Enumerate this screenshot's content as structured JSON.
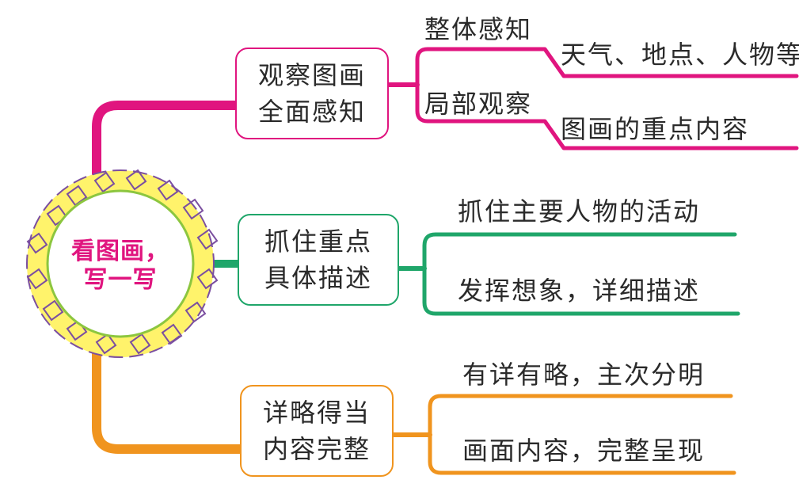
{
  "center": {
    "line1": "看图画，",
    "line2": "写一写"
  },
  "colors": {
    "pink": "#e0157f",
    "green": "#1fa66a",
    "orange": "#f0941e",
    "flower_fill": "#fff36b",
    "flower_ring": "#8cc63f",
    "flower_outline": "#7b4fa0"
  },
  "branches": [
    {
      "id": "observe",
      "color": "pink",
      "node": [
        "观察图画",
        "全面感知"
      ],
      "leaves": [
        {
          "label": "整体感知",
          "detail": "天气、地点、人物等"
        },
        {
          "label": "局部观察",
          "detail": "图画的重点内容"
        }
      ]
    },
    {
      "id": "focus",
      "color": "green",
      "node": [
        "抓住重点",
        "具体描述"
      ],
      "leaves": [
        {
          "label": "抓住主要人物的活动"
        },
        {
          "label": "发挥想象，详细描述"
        }
      ]
    },
    {
      "id": "detail",
      "color": "orange",
      "node": [
        "详略得当",
        "内容完整"
      ],
      "leaves": [
        {
          "label": "有详有略，主次分明"
        },
        {
          "label": "画面内容，完整呈现"
        }
      ]
    }
  ]
}
